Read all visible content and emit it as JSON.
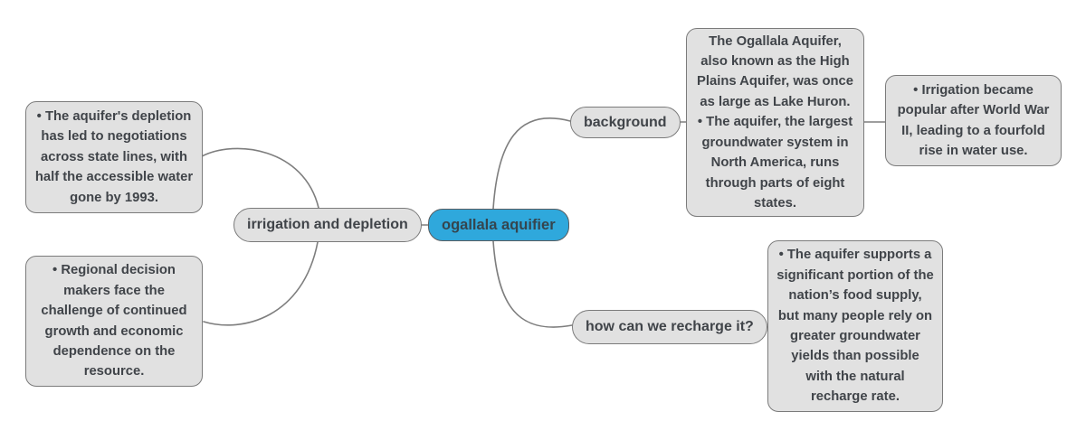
{
  "colors": {
    "canvas_background": "#ffffff",
    "node_fill": "#e1e1e1",
    "node_border": "#7b7b7b",
    "root_fill": "#2fa8dc",
    "root_border": "#5a5d60",
    "text": "#404449",
    "connector": "#7e7e7e"
  },
  "root": {
    "label": "ogallala aquifier"
  },
  "branches": {
    "irrigation_and_depletion": {
      "label": "irrigation and depletion"
    },
    "background": {
      "label": "background"
    },
    "recharge": {
      "label": "how can we recharge it?"
    }
  },
  "notes": {
    "depletion_negotiations": {
      "text": "• The aquifer's depletion has led to negotiations across state lines, with half the accessible water gone by 1993."
    },
    "regional_decision_makers": {
      "text": "• Regional decision makers face the challenge of continued growth and economic dependence on the resource."
    },
    "aquifer_overview": {
      "paragraphs": [
        "The Ogallala Aquifer, also known as the High Plains Aquifer, was once as large as Lake Huron.",
        "• The aquifer, the largest groundwater system in North America, runs through parts of eight states."
      ]
    },
    "irrigation_popularity": {
      "text": "• Irrigation became popular after World War II, leading to a fourfold rise in water use."
    },
    "aquifer_supports": {
      "text": "• The aquifer supports a significant portion of the nation’s food supply, but many people rely on greater groundwater yields than possible with the natural recharge rate."
    }
  }
}
